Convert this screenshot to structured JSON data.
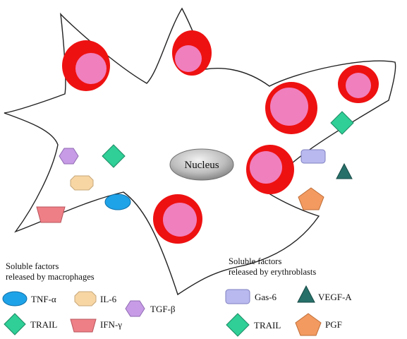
{
  "nucleus_label": "Nucleus",
  "legend_macrophages": {
    "heading_line1": "Soluble factors",
    "heading_line2": "released by macrophages",
    "items": [
      "TNF-α",
      "IL-6",
      "TGF-β",
      "TRAIL",
      "IFN-γ"
    ]
  },
  "legend_erythroblasts": {
    "heading_line1": "Soluble factors",
    "heading_line2": "released by erythroblasts",
    "items": [
      "Gas-6",
      "VEGF-A",
      "TRAIL",
      "PGF"
    ]
  },
  "colors": {
    "erythroblast_outer": "#ee1111",
    "erythroblast_inner": "#f07fbd",
    "tnf": "#1fa3e8",
    "il6": "#f7d6a4",
    "tgf": "#c79be6",
    "trail": "#2fcf97",
    "ifn": "#ee7f86",
    "gas6": "#b9b9ef",
    "vegf": "#27706a",
    "pgf": "#f39a60",
    "nucleus": "#b5b5b5"
  }
}
